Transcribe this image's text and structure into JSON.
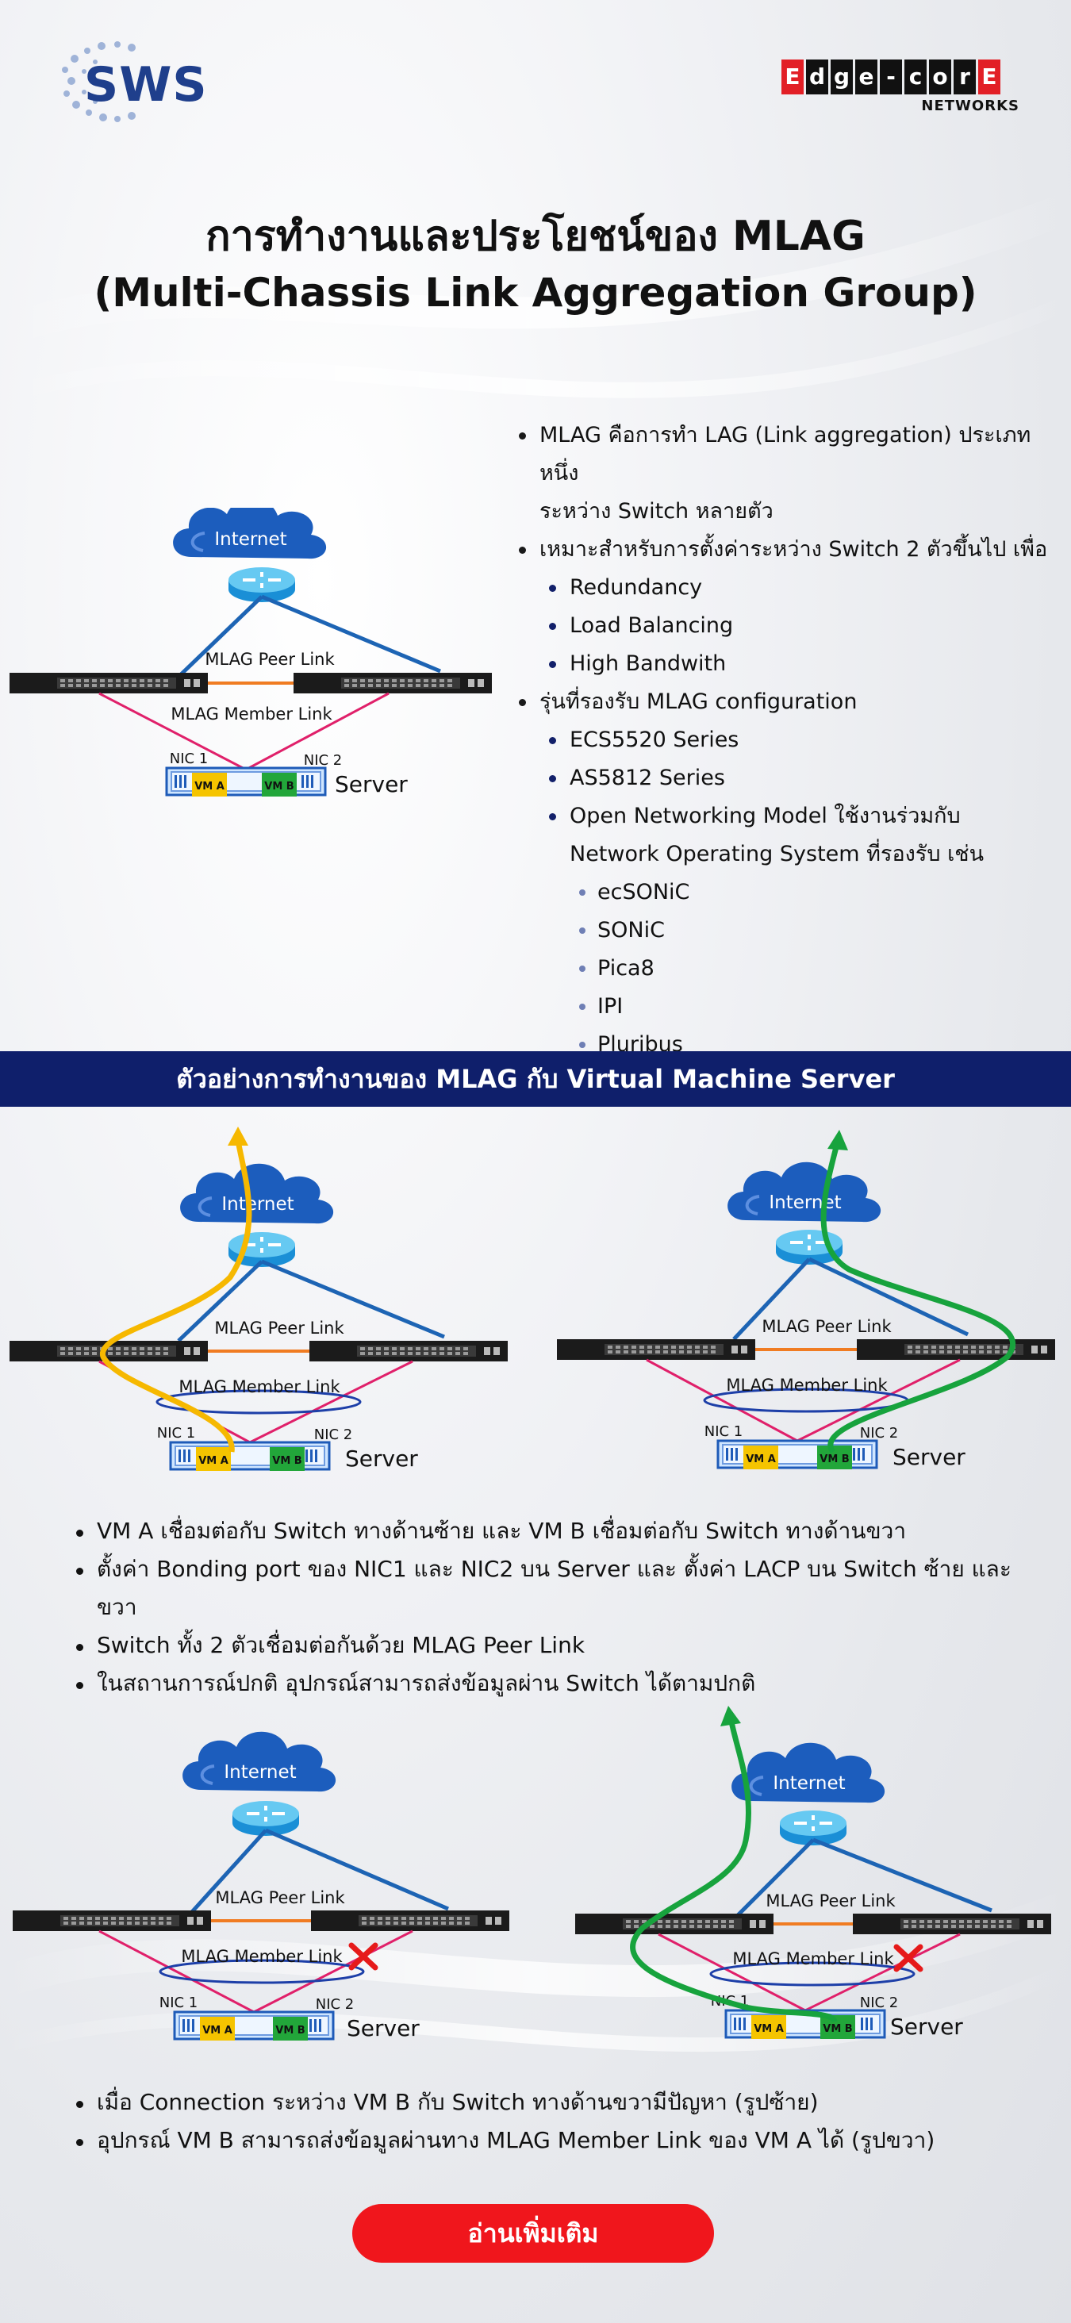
{
  "header": {
    "sws_logo": "SWS",
    "edgecore_letters": [
      "E",
      "d",
      "g",
      "e",
      "-",
      "c",
      "o",
      "r",
      "E"
    ],
    "edgecore_sub": "NETWORKS",
    "title_line1": "การทำงานและประโยชน์ของ MLAG",
    "title_line2": "(Multi-Chassis Link Aggregation Group)"
  },
  "intro_bullets": [
    {
      "level": 1,
      "text": "MLAG คือการทำ LAG (Link aggregation) ประเภทหนึ่ง"
    },
    {
      "level": 0,
      "text": "ระหว่าง Switch หลายตัว"
    },
    {
      "level": 1,
      "text": "เหมาะสำหรับการตั้งค่าระหว่าง Switch 2 ตัวขึ้นไป เพื่อ"
    },
    {
      "level": 2,
      "text": "Redundancy"
    },
    {
      "level": 2,
      "text": "Load Balancing"
    },
    {
      "level": 2,
      "text": "High Bandwith"
    },
    {
      "level": 1,
      "text": "รุ่นที่รองรับ MLAG configuration"
    },
    {
      "level": 2,
      "text": "ECS5520 Series"
    },
    {
      "level": 2,
      "text": "AS5812 Series"
    },
    {
      "level": 2,
      "text": "Open Networking Model ใช้งานร่วมกับ"
    },
    {
      "level": -2,
      "text": "Network Operating System ที่รองรับ เช่น"
    },
    {
      "level": 3,
      "text": "ecSONiC"
    },
    {
      "level": 3,
      "text": "SONiC"
    },
    {
      "level": 3,
      "text": "Pica8"
    },
    {
      "level": 3,
      "text": "IPI"
    },
    {
      "level": 3,
      "text": "Pluribus"
    }
  ],
  "diagram_labels": {
    "internet": "Internet",
    "peer_link": "MLAG Peer Link",
    "member_link": "MLAG Member Link",
    "nic1": "NIC 1",
    "nic2": "NIC 2",
    "server": "Server",
    "vma": "VM A",
    "vmb": "VM B"
  },
  "colors": {
    "band": "#0f1f6b",
    "peer_link": "#f07c22",
    "uplink": "#1d64b4",
    "member_link": "#e0206a",
    "vm_a": "#f5c400",
    "vm_b": "#22a63a",
    "flow_a": "#f6b800",
    "flow_b": "#17a33d",
    "button": "#f0161c"
  },
  "section_band": "ตัวอย่างการทำงานของ MLAG กับ Virtual Machine Server",
  "normal_bullets": [
    "VM A เชื่อมต่อกับ Switch ทางด้านซ้าย และ VM B เชื่อมต่อกับ Switch ทางด้านขวา",
    "ตั้งค่า Bonding port ของ NIC1 และ NIC2 บน Server และ ตั้งค่า LACP บน Switch ซ้าย และ ขวา",
    "Switch ทั้ง 2 ตัวเชื่อมต่อกันด้วย MLAG Peer Link",
    "ในสถานการณ์ปกติ อุปกรณ์สามารถส่งข้อมูลผ่าน Switch ได้ตามปกติ"
  ],
  "failure_bullets": [
    "เมื่อ Connection ระหว่าง VM B กับ Switch ทางด้านขวามีปัญหา (รูปซ้าย)",
    "อุปกรณ์ VM B สามารถส่งข้อมูลผ่านทาง MLAG Member Link ของ VM A ได้ (รูปขวา)"
  ],
  "cta_button": "อ่านเพิ่มเติม"
}
